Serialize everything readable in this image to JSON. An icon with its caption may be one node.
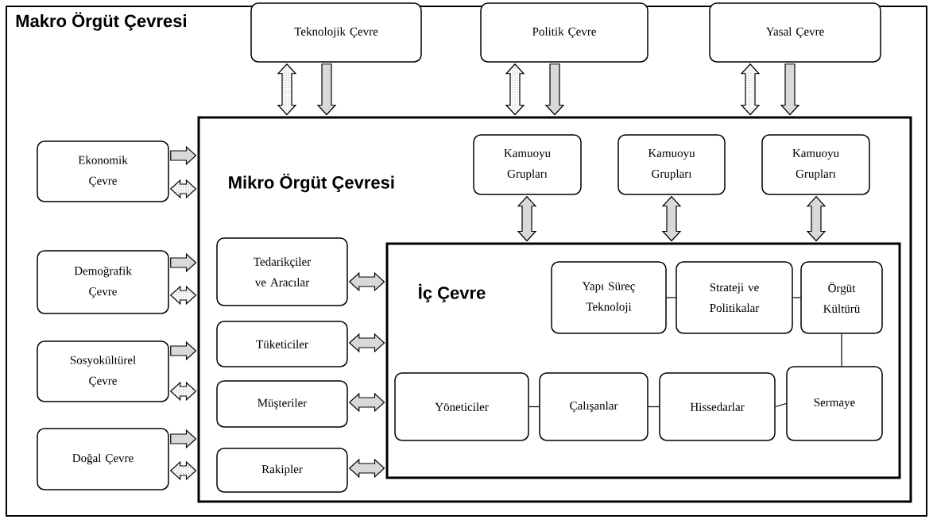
{
  "diagram": {
    "nodes": [
      {
        "text": [
          "Makro Örgüt Çevresi"
        ]
      },
      {
        "text": [
          "Teknolojik Çevre"
        ],
        "in": 0
      },
      {
        "text": [
          "Politik Çevre"
        ],
        "in": 0
      },
      {
        "text": [
          "Yasal Çevre"
        ],
        "in": 0
      },
      {
        "text": [
          "Ekonomik Çevre"
        ],
        "in": 0
      },
      {
        "text": [
          "Demoğrafik Çevre"
        ],
        "in": 0
      },
      {
        "text": [
          "Sosyokültürel Çevre"
        ],
        "in": 0
      },
      {
        "text": [
          "Doğal Çevre"
        ],
        "in": 0
      },
      {
        "text": [
          "Mikro Örgüt Çevresi"
        ],
        "in": 0
      },
      {
        "text": [
          "Kamuoyu Grupları"
        ],
        "in": 8
      },
      {
        "text": [
          "Kamuoyu Grupları"
        ],
        "in": 8
      },
      {
        "text": [
          "Kamuoyu Grupları"
        ],
        "in": 8
      },
      {
        "text": [
          "Tedarikçiler ve Aracılar"
        ],
        "in": 8
      },
      {
        "text": [
          "Tüketiciler"
        ],
        "in": 8
      },
      {
        "text": [
          "Müşteriler"
        ],
        "in": 8
      },
      {
        "text": [
          "Rakipler"
        ],
        "in": 8
      },
      {
        "text": [
          "İç Çevre"
        ],
        "in": 8
      },
      {
        "text": [
          "Yapı Süreç Teknoloji"
        ],
        "in": 16
      },
      {
        "text": [
          "Strateji ve Politikalar"
        ],
        "in": 16
      },
      {
        "text": [
          "Örgüt Kültürü"
        ],
        "in": 16
      },
      {
        "text": [
          "Yöneticiler"
        ],
        "in": 16
      },
      {
        "text": [
          "Çalışanlar"
        ],
        "in": 16
      },
      {
        "text": [
          "Hissedarlar"
        ],
        "in": 16
      },
      {
        "text": [
          "Sermaye"
        ],
        "in": 16
      }
    ],
    "edges": [
      {
        "from": 1,
        "to": 8,
        "arrow": "both",
        "color": "#ffffff"
      },
      {
        "from": 1,
        "to": 8,
        "arrow": "to"
      },
      {
        "from": 2,
        "to": 8,
        "arrow": "both",
        "color": "#ffffff"
      },
      {
        "from": 2,
        "to": 8,
        "arrow": "to"
      },
      {
        "from": 3,
        "to": 8,
        "arrow": "both",
        "color": "#ffffff"
      },
      {
        "from": 3,
        "to": 8,
        "arrow": "to"
      },
      {
        "from": 4,
        "to": 8,
        "arrow": "to"
      },
      {
        "from": 4,
        "to": 8,
        "arrow": "both",
        "color": "#ffffff"
      },
      {
        "from": 5,
        "to": 8,
        "arrow": "to"
      },
      {
        "from": 5,
        "to": 8,
        "arrow": "both",
        "color": "#ffffff"
      },
      {
        "from": 6,
        "to": 8,
        "arrow": "to"
      },
      {
        "from": 6,
        "to": 8,
        "arrow": "both",
        "color": "#ffffff"
      },
      {
        "from": 7,
        "to": 8,
        "arrow": "to"
      },
      {
        "from": 7,
        "to": 8,
        "arrow": "both",
        "color": "#ffffff"
      },
      {
        "from": 9,
        "to": 16,
        "arrow": "both"
      },
      {
        "from": 10,
        "to": 16,
        "arrow": "both"
      },
      {
        "from": 11,
        "to": 16,
        "arrow": "both"
      },
      {
        "from": 12,
        "to": 16,
        "arrow": "both"
      },
      {
        "from": 13,
        "to": 16,
        "arrow": "both"
      },
      {
        "from": 14,
        "to": 16,
        "arrow": "both"
      },
      {
        "from": 15,
        "to": 16,
        "arrow": "both"
      },
      {
        "from": 17,
        "to": 18,
        "arrow": "none"
      },
      {
        "from": 18,
        "to": 19,
        "arrow": "none"
      },
      {
        "from": 19,
        "to": 23,
        "arrow": "none"
      },
      {
        "from": 20,
        "to": 21,
        "arrow": "none"
      },
      {
        "from": 21,
        "to": 22,
        "arrow": "none"
      },
      {
        "from": 22,
        "to": 23,
        "arrow": "none"
      }
    ]
  }
}
